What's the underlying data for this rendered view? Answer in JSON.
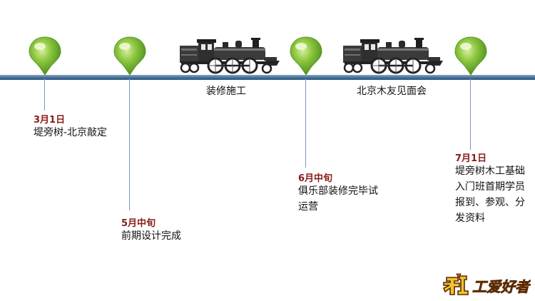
{
  "milestones": [
    {
      "date": "3月1日",
      "desc": "堤旁树-北京敲定"
    },
    {
      "date": "5月中旬",
      "desc": "前期设计完成"
    },
    {
      "date": "6月中旬",
      "desc": "俱乐部装修完毕试运营"
    },
    {
      "date": "7月1日",
      "desc": "堤旁树木工基础入门班首期学员报到、参观、分发资料"
    }
  ],
  "trains": [
    {
      "caption": "装修施工"
    },
    {
      "caption": "北京木友见面会"
    }
  ],
  "logo": {
    "text": "木工爱好者"
  },
  "colors": {
    "pin": "#7fc241",
    "track": "#3f6b96",
    "date": "#8b1a1a"
  }
}
